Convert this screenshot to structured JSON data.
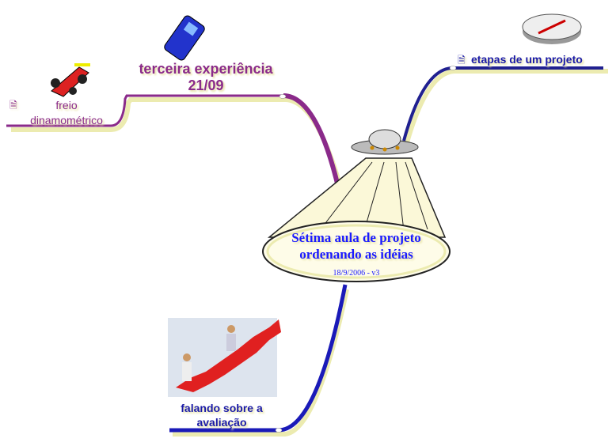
{
  "center": {
    "title_line1": "Sétima aula de projeto",
    "title_line2": "ordenando as idéias",
    "subtitle": "18/9/2006 - v3"
  },
  "branches": {
    "terceira": {
      "line1": "terceira experiência",
      "line2": "21/09",
      "icon": "mobile-phone-icon"
    },
    "freio": {
      "line1": "freio",
      "line2": "dinamométrico",
      "icon": "race-car-icon",
      "note_icon": "document-icon"
    },
    "etapas": {
      "label": "etapas de um projeto",
      "icon": "compass-icon",
      "note_icon": "document-icon"
    },
    "avaliacao": {
      "line1": "falando sobre a",
      "line2": "avaliação",
      "icon": "stairs-climb-icon"
    }
  },
  "colors": {
    "purple": "#8a2a8a",
    "blue": "#1a1aa8",
    "center_text": "#1a1aff"
  },
  "doc_glyph": "🗎"
}
